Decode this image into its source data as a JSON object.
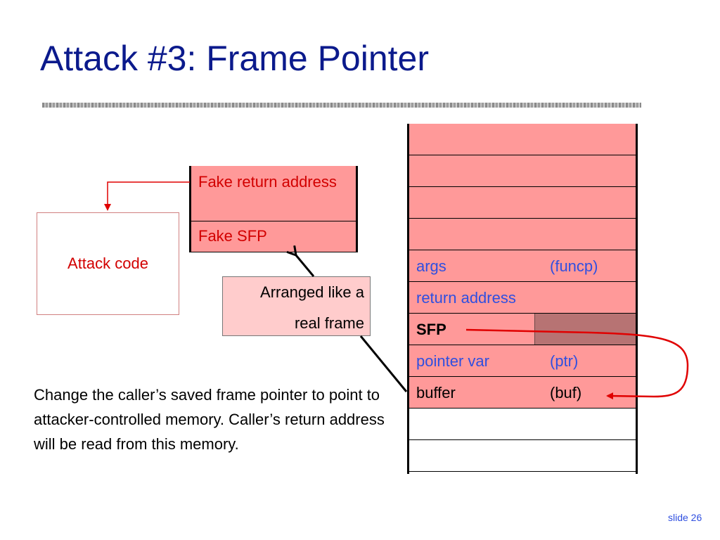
{
  "title": "Attack #3: Frame Pointer",
  "stack": {
    "rows": [
      {
        "label": "",
        "value": ""
      },
      {
        "label": "",
        "value": ""
      },
      {
        "label": "",
        "value": ""
      },
      {
        "label": "",
        "value": ""
      },
      {
        "label": "args",
        "value": "(funcp)"
      },
      {
        "label": "return address",
        "value": ""
      },
      {
        "label": "SFP",
        "value": ""
      },
      {
        "label": "pointer var",
        "value": "(ptr)"
      },
      {
        "label": "buffer",
        "value": "(buf)"
      },
      {
        "label": "",
        "value": ""
      },
      {
        "label": "",
        "value": ""
      }
    ]
  },
  "fake_frame": {
    "return_address": "Fake return address",
    "sfp": "Fake SFP"
  },
  "attack_code": "Attack code",
  "arranged": {
    "line1": "Arranged like a",
    "line2": "real frame"
  },
  "description": "Change the caller’s saved frame pointer to point to attacker-controlled memory. Caller’s return address will be read from this memory.",
  "slide_number": "slide 26",
  "colors": {
    "title": "#0b1a8c",
    "stack_fill": "#ff9999",
    "stack_text": "#2f4fe0",
    "attack_text": "#d20000",
    "arrow_red": "#e00000"
  }
}
